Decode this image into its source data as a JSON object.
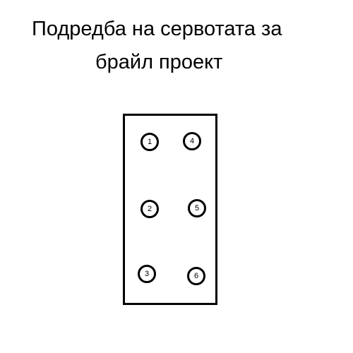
{
  "title": {
    "line1": "Подредба на сервотата за",
    "line2": "брайл проект"
  },
  "diagram": {
    "servos": [
      {
        "label": "1"
      },
      {
        "label": "2"
      },
      {
        "label": "3"
      },
      {
        "label": "4"
      },
      {
        "label": "5"
      },
      {
        "label": "6"
      }
    ]
  }
}
